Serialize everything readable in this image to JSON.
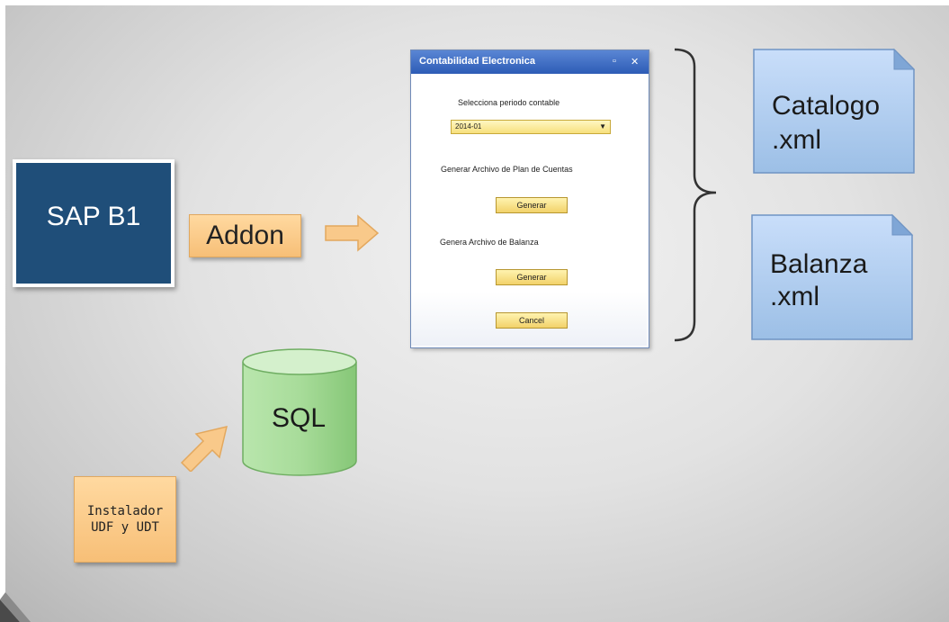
{
  "nodes": {
    "sap": {
      "label": "SAP B1"
    },
    "addon": {
      "label": "Addon"
    },
    "installer": {
      "line1": "Instalador",
      "line2": "UDF y UDT"
    },
    "sql": {
      "label": "SQL"
    },
    "catalogo": {
      "line1": "Catalogo",
      "line2": ".xml"
    },
    "balanza": {
      "line1": "Balanza",
      "line2": ".xml"
    }
  },
  "dialog": {
    "title": "Contabilidad Electronica",
    "period_label": "Selecciona periodo contable",
    "period_value": "2014-01",
    "plan_label": "Generar Archivo de Plan de Cuentas",
    "plan_button": "Generar",
    "balanza_label": "Genera Archivo de Balanza",
    "balanza_button": "Generar",
    "cancel_button": "Cancel"
  },
  "colors": {
    "sap_fill": "#1f4e79",
    "orange_fill": "#f7bf77",
    "doc_fill": "#a9c8ea",
    "sql_fill": "#a8dc9a"
  }
}
